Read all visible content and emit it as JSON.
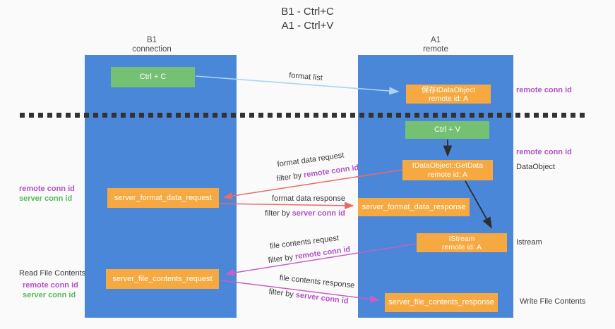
{
  "title": {
    "line1": "B1 - Ctrl+C",
    "line2": "A1 - Ctrl+V"
  },
  "lanes": {
    "left": {
      "name": "B1",
      "role": "connection"
    },
    "right": {
      "name": "A1",
      "role": "remote"
    }
  },
  "boxes": {
    "ctrl_c": {
      "label": "Ctrl + C"
    },
    "save_dataobject": {
      "line1": "保存IDataObject",
      "line2": "remote id: A"
    },
    "ctrl_v": {
      "label": "Ctrl + V"
    },
    "getdata": {
      "line1": "IDataObject::GetData",
      "line2": "remote id: A"
    },
    "format_request": {
      "label": "server_format_data_request"
    },
    "format_response": {
      "label": "server_format_data_response"
    },
    "istream": {
      "line1": "IStream",
      "line2": "remote id: A"
    },
    "file_request": {
      "label": "server_file_contents_request"
    },
    "file_response": {
      "label": "server_file_contents_response"
    }
  },
  "flows": {
    "format_list": {
      "label": "format list"
    },
    "format_data_request": {
      "label": "format data request",
      "filter_prefix": "filter by ",
      "filter_key": "remote conn id"
    },
    "format_data_response": {
      "label": "format data response",
      "filter_prefix": "filter by ",
      "filter_key": "server conn id"
    },
    "file_contents_request": {
      "label": "file contents request",
      "filter_prefix": "filter by ",
      "filter_key": "remote conn id"
    },
    "file_contents_response": {
      "label": "file contents response",
      "filter_prefix": "filter by ",
      "filter_key": "server conn id"
    }
  },
  "annotations": {
    "right": [
      {
        "text": "remote conn id"
      },
      {
        "text": "remote conn id"
      },
      {
        "text": "DataObject"
      },
      {
        "text": "Istream"
      },
      {
        "text": "Write File Contents"
      }
    ],
    "left": [
      {
        "text": "remote conn id"
      },
      {
        "text": "server conn id"
      },
      {
        "text": "Read File Contents"
      },
      {
        "text": "remote conn id"
      },
      {
        "text": "server conn id"
      }
    ]
  },
  "colors": {
    "lane_blue": "#4a87d9",
    "box_green": "#74c174",
    "box_orange": "#f7a941",
    "arrow_blue": "#aad4f2",
    "arrow_red": "#e96a6a",
    "arrow_magenta": "#c75fc7",
    "arrow_black": "#2e2e2e",
    "highlight_purple": "#b253c6",
    "highlight_green": "#5cb85c"
  }
}
